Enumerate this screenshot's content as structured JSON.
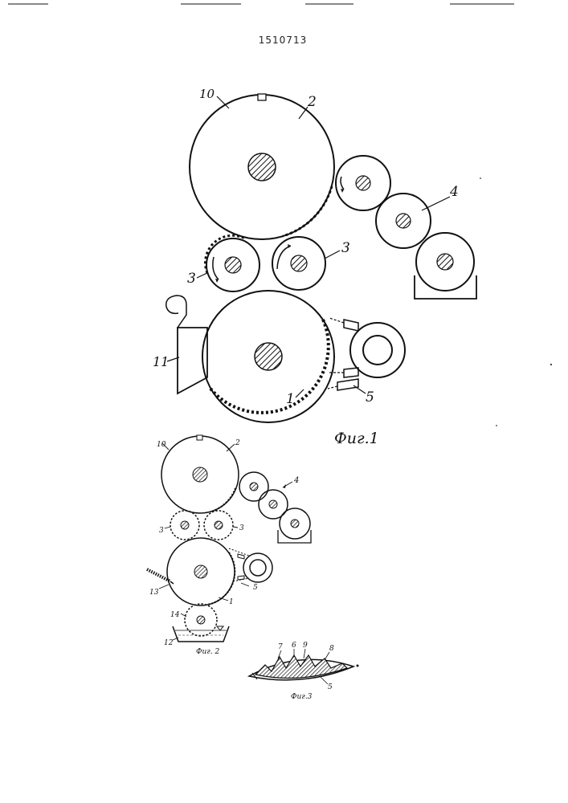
{
  "patent_number": "1510713",
  "figures": {
    "fig1": {
      "caption": "Фиг.1",
      "labels": {
        "l10": "10",
        "l2": "2",
        "l3_left": "3",
        "l3_right": "3",
        "l4": "4",
        "l11": "11",
        "l1": "1",
        "l5": "5"
      }
    },
    "fig2": {
      "caption": "Фиг. 2",
      "labels": {
        "l10": "10",
        "l2": "2",
        "l4": "4",
        "l3_left": "3",
        "l3_right": "3",
        "l13": "13",
        "l1": "1",
        "l5": "5",
        "l14": "14",
        "l12": "12"
      }
    },
    "fig3": {
      "caption": "Фиг.3",
      "labels": {
        "l7": "7",
        "l6": "6",
        "l9": "9",
        "l8": "8",
        "l5": "5"
      }
    }
  },
  "colors": {
    "ink": "#111111",
    "paper": "#ffffff"
  }
}
